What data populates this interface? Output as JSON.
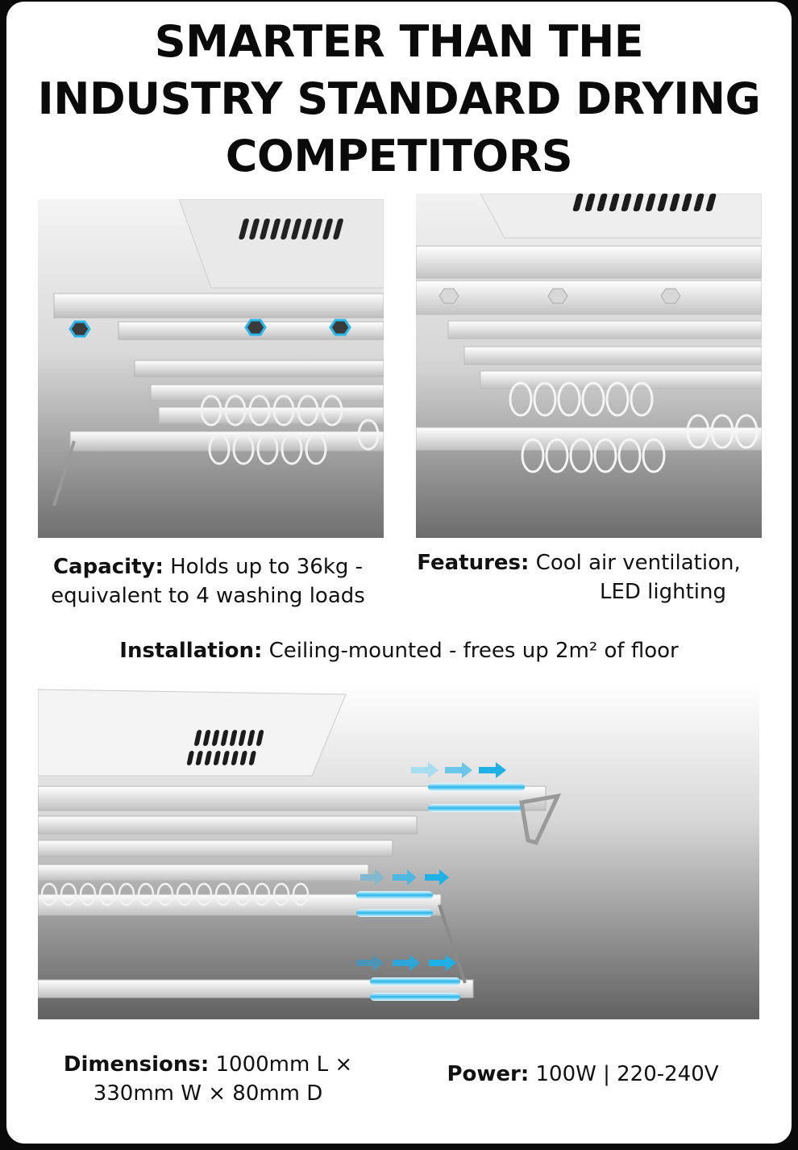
{
  "heading": {
    "line1": "SMARTER THAN THE",
    "line2": "INDUSTRY STANDARD DRYING",
    "line3": "COMPETITORS"
  },
  "specs": {
    "capacity": {
      "label": "Capacity:",
      "text1": "Holds up to 36kg -",
      "text2": "equivalent to 4 washing loads"
    },
    "features": {
      "label": "Features:",
      "text1": "Cool air ventilation,",
      "text2": "LED lighting"
    },
    "installation": {
      "label": "Installation:",
      "text": "Ceiling-mounted - frees up 2m² of floor"
    },
    "dimensions": {
      "label": "Dimensions:",
      "text1": "1000mm L ×",
      "text2": "330mm W × 80mm D"
    },
    "power": {
      "label": "Power:",
      "text": "100W | 220-240V"
    }
  },
  "colors": {
    "led_accent": "#29b6e8",
    "arrow_light": "#8fd3ee",
    "arrow_strong": "#1fb0e6"
  }
}
